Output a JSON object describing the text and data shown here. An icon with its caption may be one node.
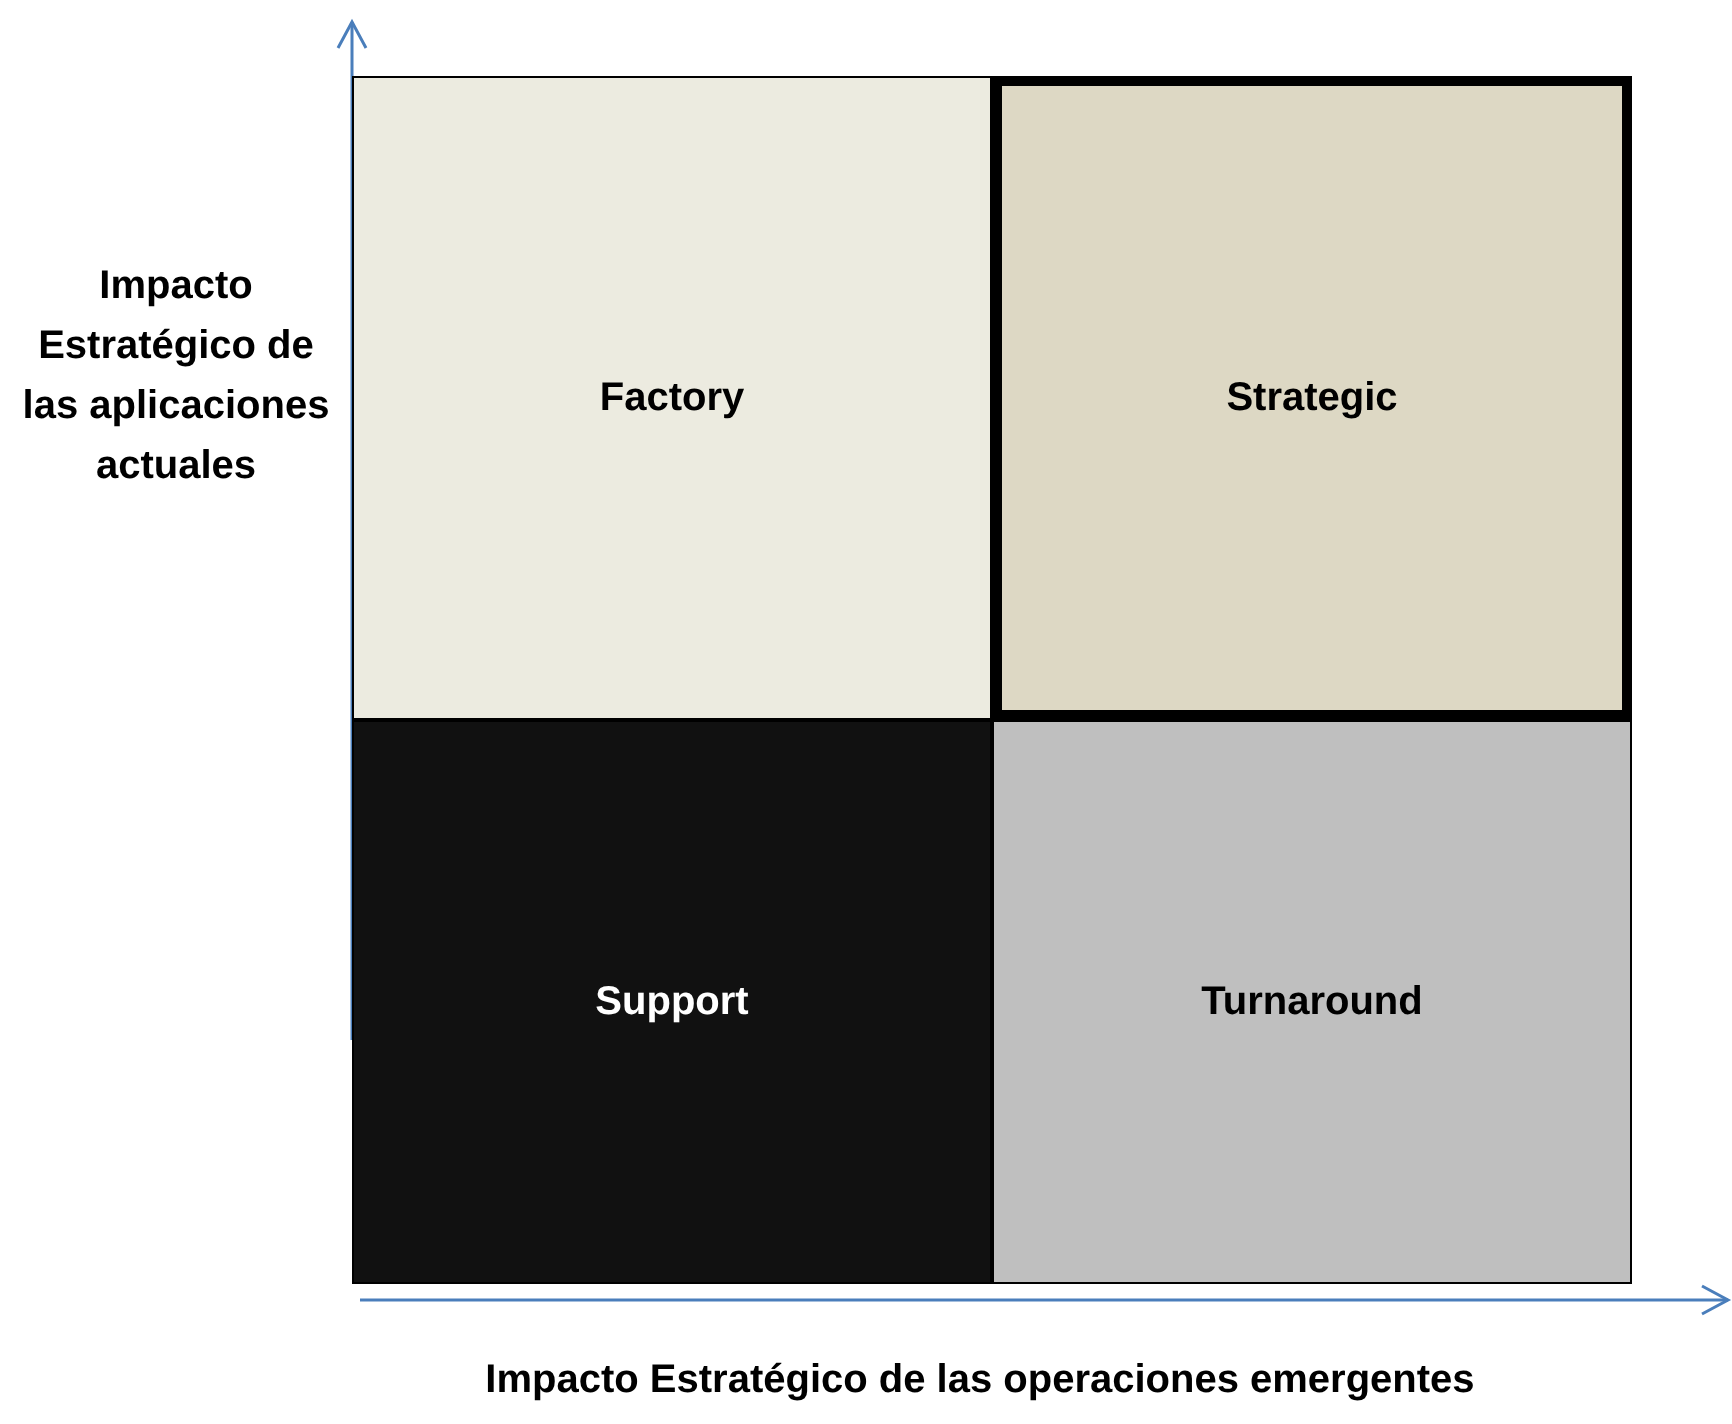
{
  "diagram": {
    "nodes": [
      {
        "text": [
          "Factory"
        ]
      },
      {
        "text": [
          "Strategic"
        ]
      },
      {
        "text": [
          "Support"
        ]
      },
      {
        "text": [
          "Turnaround"
        ]
      }
    ],
    "labels": [
      "Impacto Estratégico de las aplicaciones actuales",
      "Impacto Estratégico de las operaciones emergentes"
    ]
  }
}
